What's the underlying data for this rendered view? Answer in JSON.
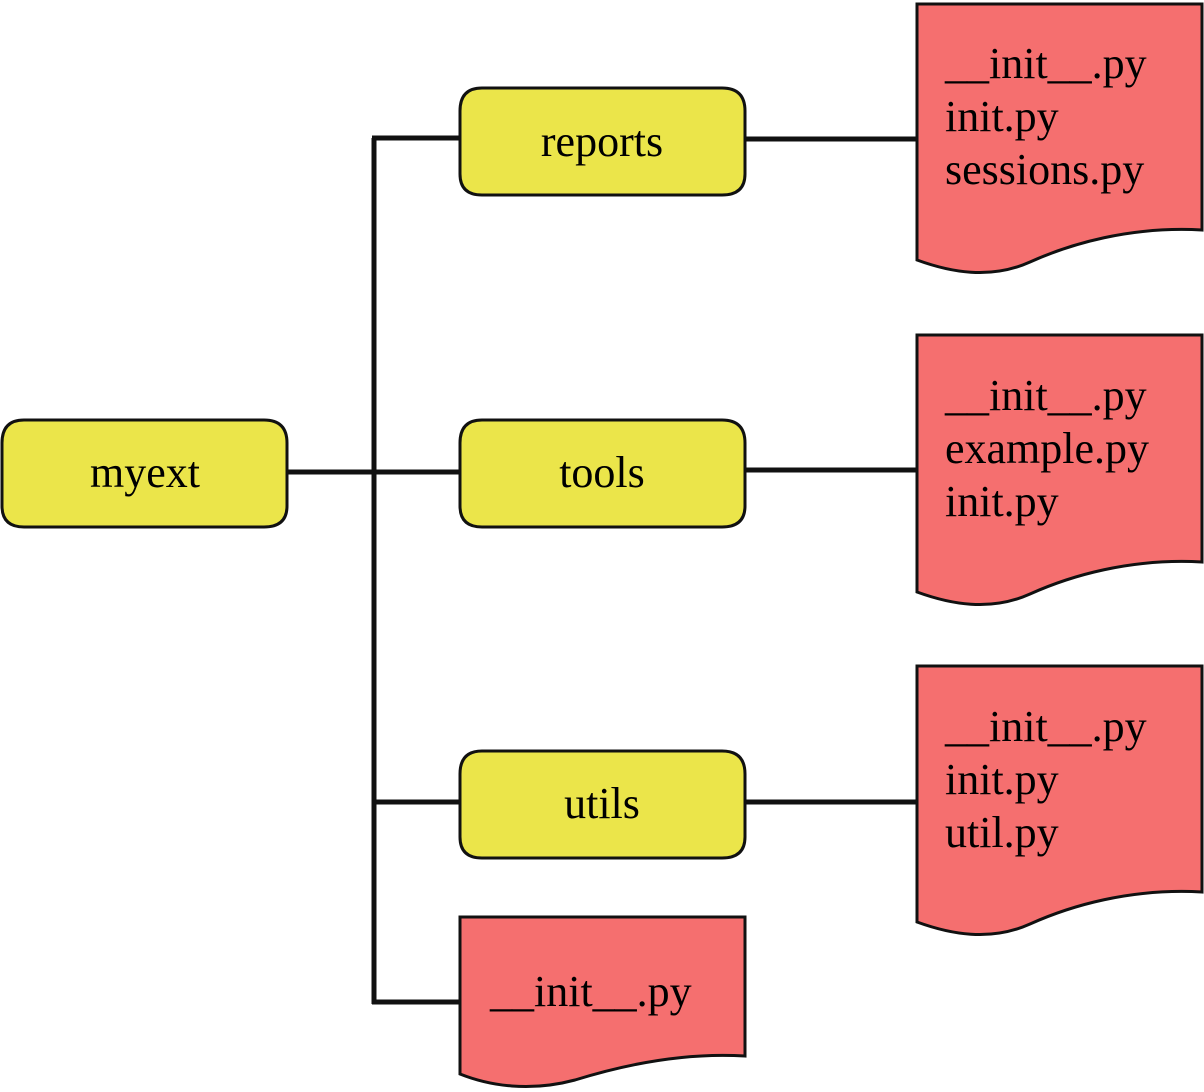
{
  "colors": {
    "folder": "#ebe54a",
    "file": "#f56f6f",
    "line": "#111111"
  },
  "root": {
    "label": "myext"
  },
  "folders": [
    {
      "id": "reports",
      "label": "reports",
      "files": [
        "__init__.py",
        "init.py",
        "sessions.py"
      ]
    },
    {
      "id": "tools",
      "label": "tools",
      "files": [
        "__init__.py",
        "example.py",
        "init.py"
      ]
    },
    {
      "id": "utils",
      "label": "utils",
      "files": [
        "__init__.py",
        "init.py",
        "util.py"
      ]
    }
  ],
  "root_files": [
    "__init__.py"
  ]
}
